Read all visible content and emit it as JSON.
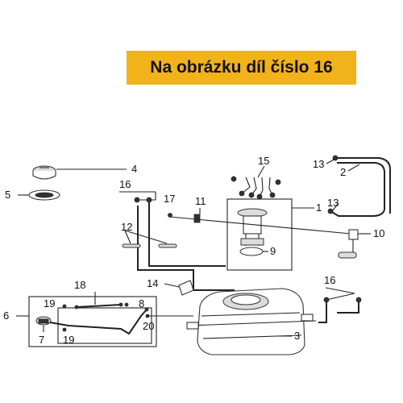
{
  "banner": {
    "text": "Na obrázku díl číslo 16",
    "color": "#f2b21a"
  },
  "labels": {
    "p1": "1",
    "p2": "2",
    "p3": "3",
    "p4": "4",
    "p5": "5",
    "p6": "6",
    "p7": "7",
    "p8": "8",
    "p9": "9",
    "p10": "10",
    "p11": "11",
    "p12": "12",
    "p13a": "13",
    "p13b": "13",
    "p14": "14",
    "p15": "15",
    "p16a": "16",
    "p16b": "16",
    "p17": "17",
    "p18": "18",
    "p19a": "19",
    "p19b": "19",
    "p20": "20"
  }
}
